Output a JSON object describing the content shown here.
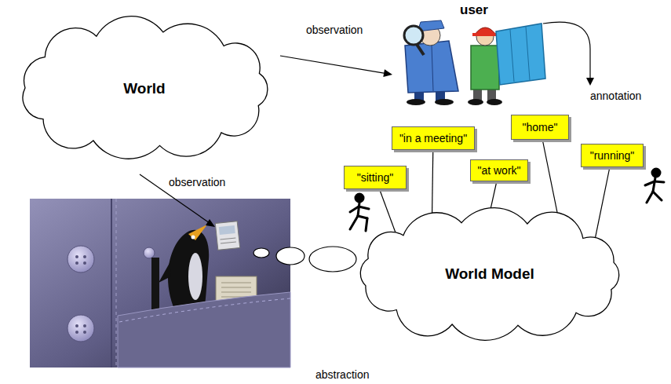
{
  "diagram": {
    "nodes": [
      {
        "text": [
          "World"
        ]
      },
      {
        "text": [
          "user"
        ]
      },
      {
        "text": [
          "\"sitting\""
        ]
      },
      {
        "text": [
          "\"in a meeting\""
        ]
      },
      {
        "text": [
          "\"at work\""
        ]
      },
      {
        "text": [
          "\"home\""
        ]
      },
      {
        "text": [
          "\"running\""
        ]
      },
      {
        "text": [
          "World Model"
        ]
      }
    ],
    "edges": [
      {
        "from": 0,
        "to": 1,
        "label": "observation",
        "arrow": "to"
      },
      {
        "from": 2,
        "to": 7,
        "arrow": "none"
      },
      {
        "from": 3,
        "to": 7,
        "arrow": "none"
      },
      {
        "from": 4,
        "to": 7,
        "arrow": "none"
      },
      {
        "from": 5,
        "to": 7,
        "arrow": "none"
      },
      {
        "from": 6,
        "to": 7,
        "arrow": "none"
      }
    ],
    "labels": [
      "observation",
      "annotation",
      "abstraction"
    ]
  }
}
